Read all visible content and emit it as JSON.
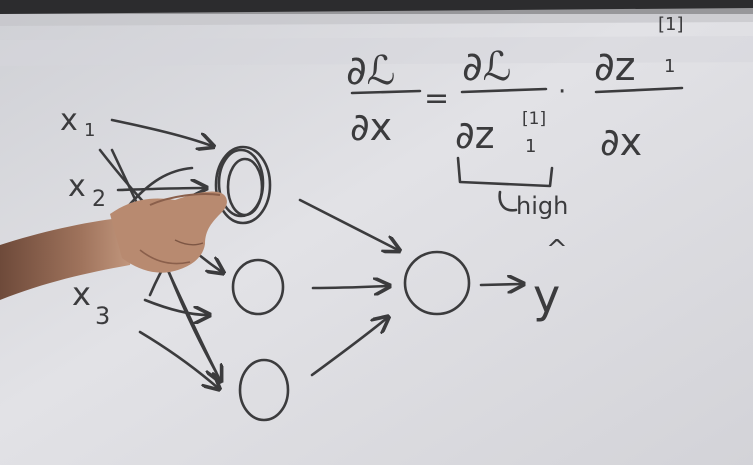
{
  "board": {
    "inputs": [
      "x",
      "x",
      "x"
    ],
    "input_subscripts": [
      "1",
      "2",
      "3"
    ],
    "output_label": "y",
    "output_hat": "^"
  },
  "equation": {
    "lhs_numerator": "∂ℒ",
    "lhs_denominator": "∂x",
    "equals": "=",
    "mid_numerator": "∂ℒ",
    "mid_denominator": "∂z",
    "mid_subscript": "1",
    "mid_superscript": "[1]",
    "dot": "·",
    "rhs_numerator": "∂z",
    "rhs_subscript": "1",
    "rhs_superscript": "[1]",
    "rhs_denominator": "∂x",
    "bracket_note": "high"
  },
  "colors": {
    "whiteboard": "#dcdce0",
    "marker": "#3b3b3d",
    "frame": "#2a2a2c",
    "skin": "#b98c72"
  }
}
